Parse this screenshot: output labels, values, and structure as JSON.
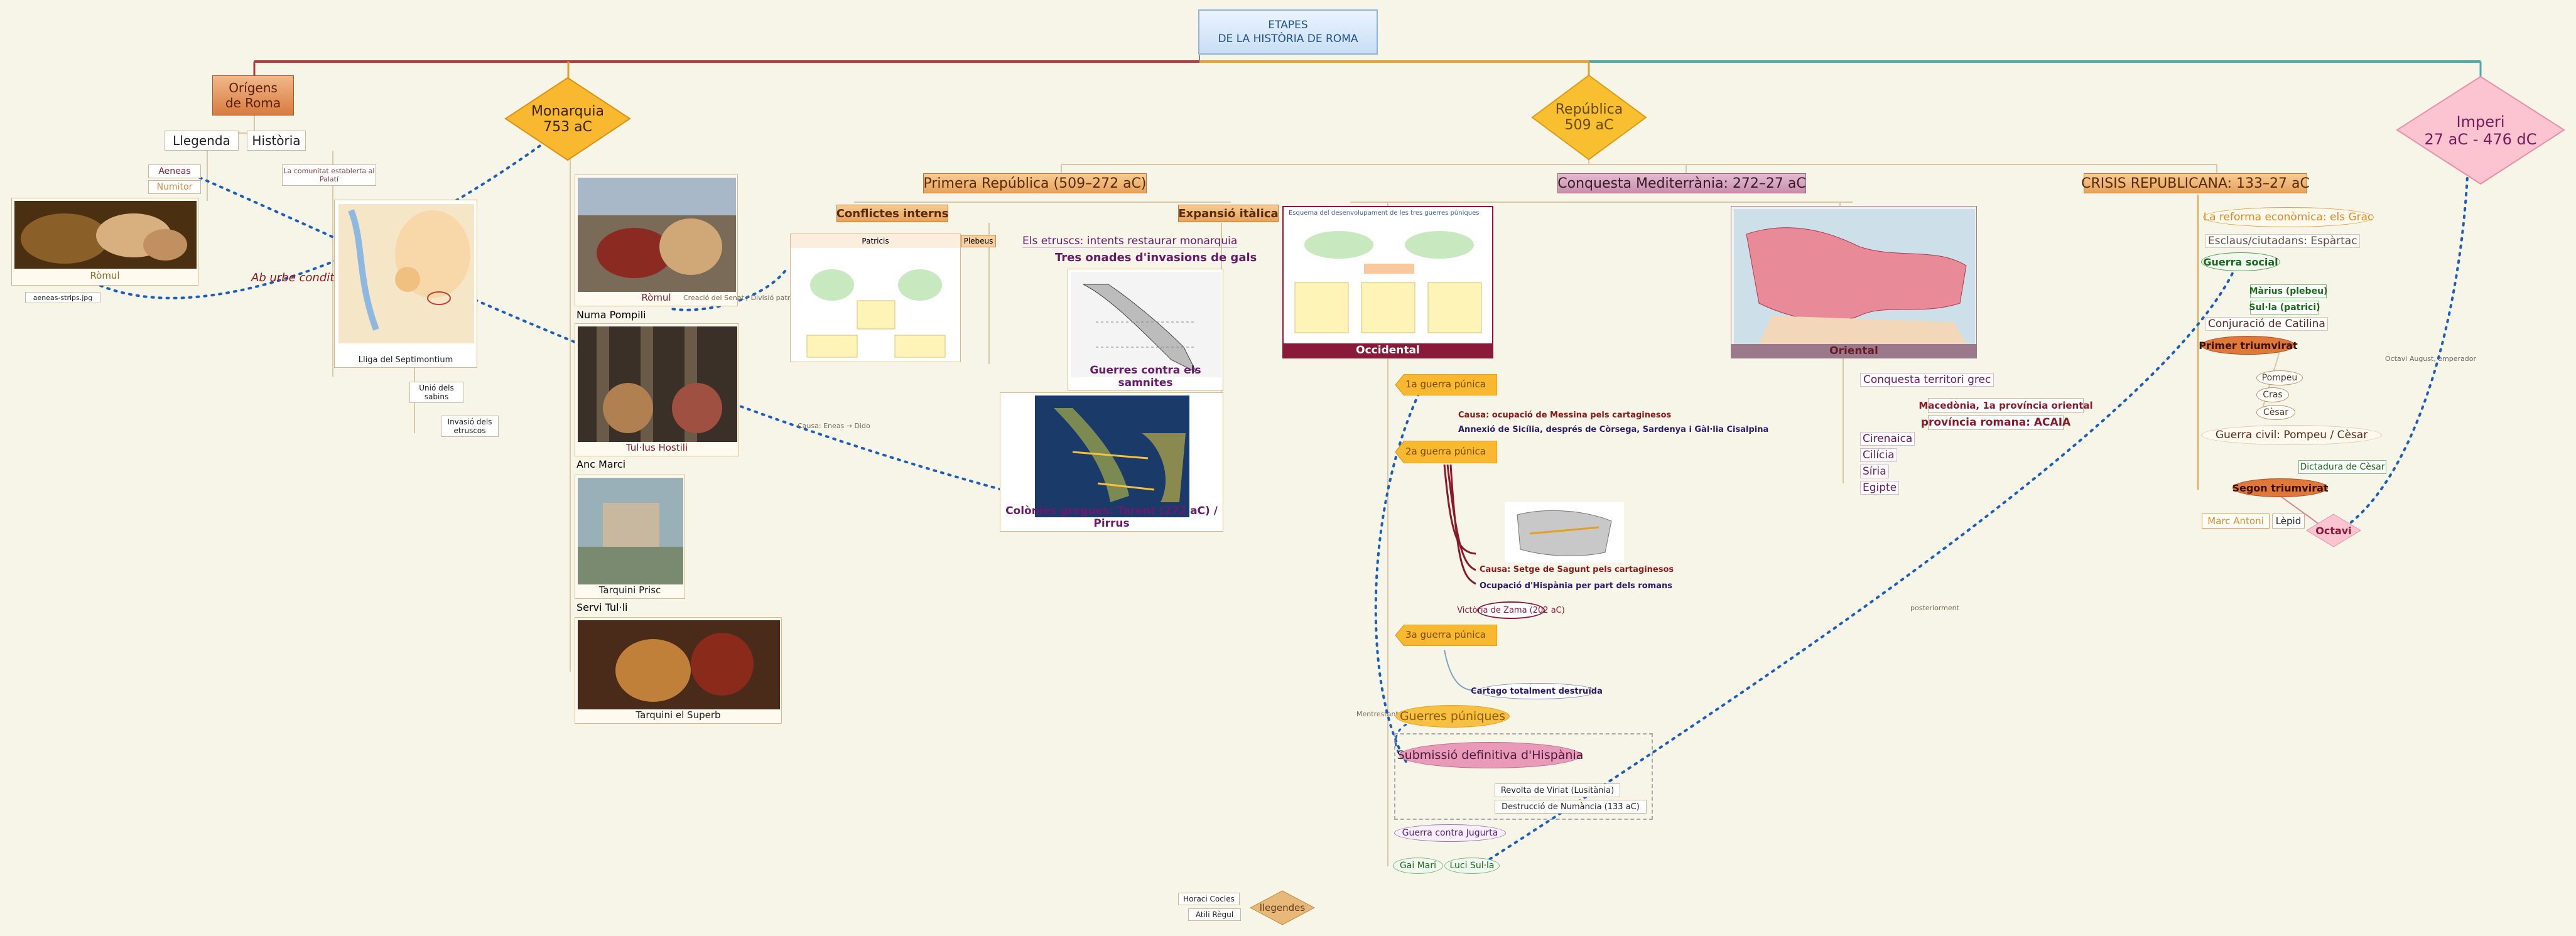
{
  "title": {
    "line1": "ETAPES",
    "line2": "DE LA HISTÒRIA DE ROMA"
  },
  "origens": {
    "label_line1": "Orígens",
    "label_line2": "de Roma",
    "llegenda": "Llegenda",
    "historia": "Història",
    "aeneas": "Aeneas",
    "numitor": "Numitor",
    "romul_caption": "Ròmul",
    "file": "aeneas-strips.jpg",
    "ab_urbe": "Ab urbe condita",
    "comunitat": "La comunitat establerta al Palatí",
    "lliga": "Lliga del Septimontium",
    "unio_sabins": "Unió dels sabins",
    "invasio_etruscos": "Invasió dels etruscos"
  },
  "monarquia": {
    "label": "Monarquia",
    "date": "753 aC",
    "kings": [
      "Ròmul",
      "Numa Pompili",
      "Tul·lus Hostili",
      "Anc Marci",
      "Tarquini Prisc",
      "Servi Tul·li",
      "Tarquini el Superb"
    ],
    "link_causa": "Causa: Eneas → Dido",
    "link_creacio": "Creació del Senat / Divisió patricis-plebeus"
  },
  "republica": {
    "label": "República",
    "date": "509 aC"
  },
  "imperi": {
    "label": "Imperi",
    "date": "27 aC - 476 dC",
    "octavi_link": "Octavi August, emperador"
  },
  "primera_republica": {
    "header": "Primera República (509–272 aC)",
    "conflictes": "Conflictes interns",
    "expansio": "Expansió itàlica",
    "patricis": "Patricis",
    "plebeus": "Plebeus",
    "etruscs": "Els etruscs: intents restaurar monarquia",
    "onades": "Tres onades d'invasions de gals",
    "samnites": "Guerres contra els samnites",
    "colonies": "Colònies gregues: Tarent (272 aC) / Pirrus"
  },
  "conquesta": {
    "header": "Conquesta Mediterrània: 272–27 aC",
    "occidental": "Occidental",
    "oriental": "Oriental",
    "scheme_title": "Esquema del desenvolupament de les tres guerres púniques",
    "guerra1": "1a guerra púnica",
    "guerra1_causa": "Causa: ocupació de Messina pels cartaginesos",
    "guerra1_annexio": "Annexió de Sicília, després de Còrsega, Sardenya i Gàl·lia Cisalpina",
    "guerra2": "2a guerra púnica",
    "guerra2_causa": "Causa: Setge de Sagunt pels cartaginesos",
    "guerra2_ocupacio": "Ocupació d'Hispània per part dels romans",
    "zama": "Victòria de Zama (202 aC)",
    "guerra3": "3a guerra púnica",
    "cartago": "Cartago totalment destruïda",
    "guerres_puniques": "Guerres púniques",
    "submissio": "Submissió definitiva d'Hispània",
    "viriat": "Revolta de Viriat (Lusitània)",
    "numancia": "Destrucció de Numància (133 aC)",
    "jugurta": "Guerra contra Jugurta",
    "mientras": "Mentrestant",
    "grec": "Conquesta territori grec",
    "macedonia": "Macedònia, 1a província oriental",
    "acaia": "província romana: ACAIA",
    "orient": [
      "Cirenaica",
      "Cilícia",
      "Síria",
      "Egipte"
    ]
  },
  "crisis": {
    "header": "CRISIS REPUBLICANA: 133–27 aC",
    "grac": "La reforma econòmica: els Grac",
    "esclaus": "Esclaus/ciutadans: Espàrtac",
    "social": "Guerra social",
    "marius": "Màrius (plebeu)",
    "sulla": "Sul·la (patrici)",
    "catilina": "Conjuració de Catilina",
    "primer": "Primer triumvirat",
    "pompeu": "Pompeu",
    "cras": "Cras",
    "cesar": "Cèsar",
    "guerra_civil": "Guerra civil: Pompeu / Cèsar",
    "dictadura": "Dictadura de Cèsar",
    "segon": "Segon triumvirat",
    "marc": "Marc Antoni",
    "lepid": "Lèpid",
    "octavi": "Octavi",
    "posteriorment": "posteriorment"
  },
  "gai_mari": "Gai Mari",
  "luci_sulla": "Luci Sul·la",
  "llegendes": {
    "label": "llegendes",
    "items": [
      "Horaci Cocles",
      "Atili Règul"
    ]
  },
  "colors": {
    "accent_blue": "#1d5fb8",
    "orange": "#f6a623",
    "pink": "#e87fa0",
    "maroon": "#7a1a2a"
  }
}
